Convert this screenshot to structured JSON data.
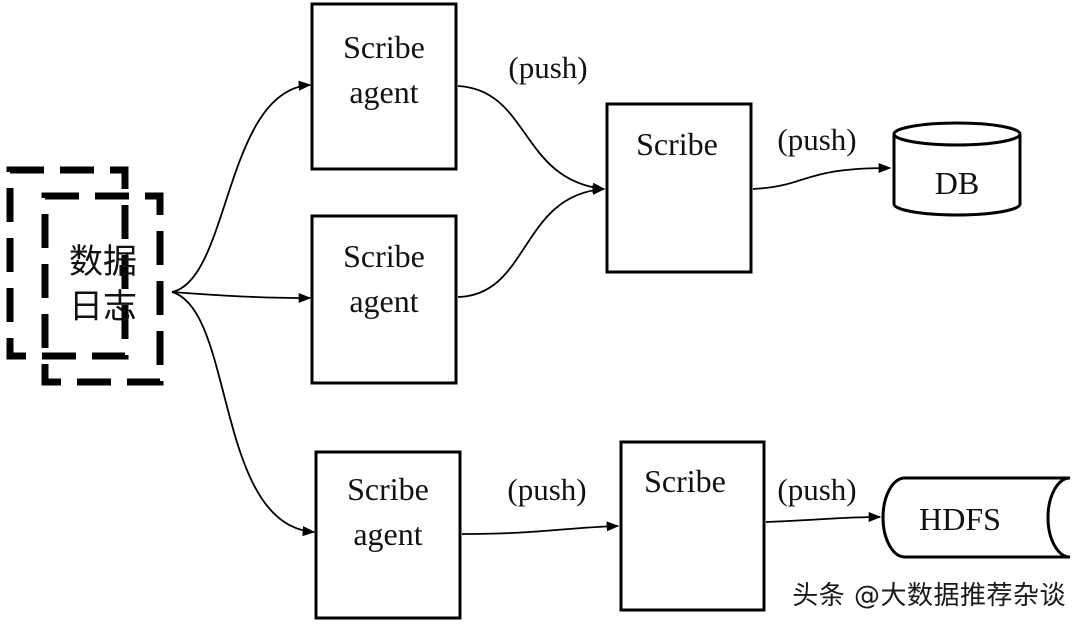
{
  "diagram": {
    "source": {
      "line1": "数据",
      "line2": "日志"
    },
    "agents": [
      {
        "line1": "Scribe",
        "line2": "agent"
      },
      {
        "line1": "Scribe",
        "line2": "agent"
      },
      {
        "line1": "Scribe",
        "line2": "agent"
      }
    ],
    "servers": [
      {
        "label": "Scribe"
      },
      {
        "label": "Scribe"
      }
    ],
    "push_labels": [
      "(push)",
      "(push)",
      "(push)",
      "(push)"
    ],
    "stores": {
      "db": "DB",
      "hdfs": "HDFS"
    }
  },
  "watermark": "头条 @大数据推荐杂谈"
}
